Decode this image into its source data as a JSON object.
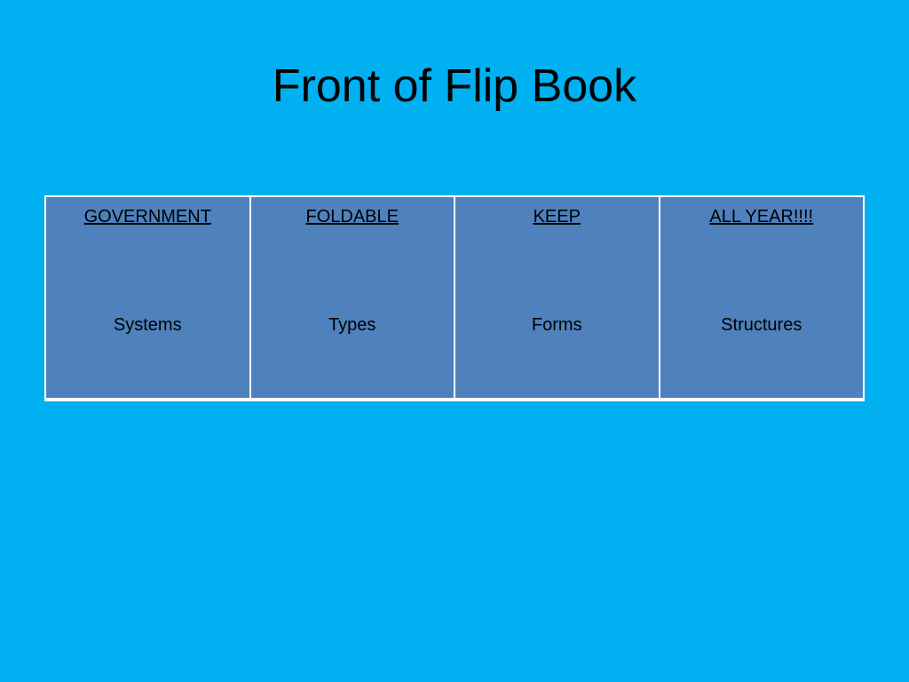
{
  "slide": {
    "title": "Front of Flip Book",
    "background_color": "#00b0f0",
    "cell_color": "#4f81bd"
  },
  "table": {
    "columns": [
      {
        "heading": "GOVERNMENT",
        "word": "Systems"
      },
      {
        "heading": "FOLDABLE",
        "word": "Types"
      },
      {
        "heading": "KEEP",
        "word": "Forms"
      },
      {
        "heading": "ALL YEAR!!!!",
        "word": "Structures"
      }
    ]
  }
}
